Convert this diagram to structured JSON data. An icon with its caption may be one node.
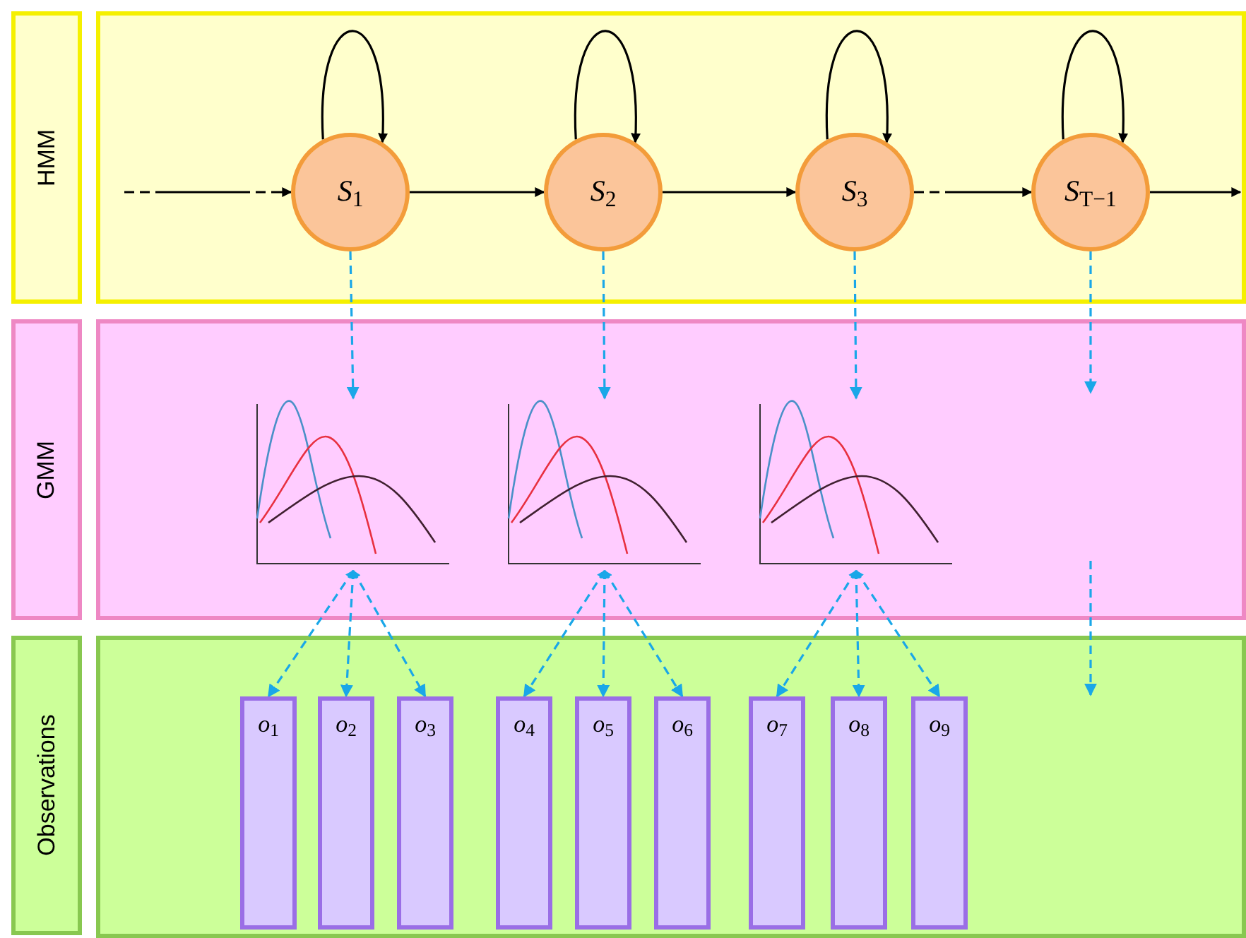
{
  "diagram": {
    "nodes": [
      {
        "text": [
          "HMM"
        ]
      },
      {
        "text": [],
        "shape": "box"
      },
      {
        "text": [
          "*S*$_{1}$"
        ],
        "in": 1
      },
      {
        "text": [
          "*S*$_{2}$"
        ],
        "in": 1
      },
      {
        "text": [
          "*S*$_{3}$"
        ],
        "in": 1
      },
      {
        "text": [
          "*S*$_{T−1}$"
        ],
        "in": 1
      },
      {
        "text": [
          "GMM"
        ]
      },
      {
        "text": [],
        "shape": "box"
      },
      {
        "text": [],
        "shape": "picture",
        "in": 7
      },
      {
        "text": [],
        "shape": "picture",
        "in": 7
      },
      {
        "text": [],
        "shape": "picture",
        "in": 7
      },
      {
        "text": [
          "Observations"
        ]
      },
      {
        "text": [],
        "shape": "box"
      },
      {
        "text": [
          "*o*$_{1}$"
        ],
        "in": 12
      },
      {
        "text": [
          "*o*$_{2}$"
        ],
        "in": 12
      },
      {
        "text": [
          "*o*$_{3}$"
        ],
        "in": 12
      },
      {
        "text": [
          "*o*$_{4}$"
        ],
        "in": 12
      },
      {
        "text": [
          "*o*$_{5}$"
        ],
        "in": 12
      },
      {
        "text": [
          "*o*$_{6}$"
        ],
        "in": 12
      },
      {
        "text": [
          "*o*$_{7}$"
        ],
        "in": 12
      },
      {
        "text": [
          "*o*$_{8}$"
        ],
        "in": 12
      },
      {
        "text": [
          "*o*$_{9}$"
        ],
        "in": 12
      }
    ],
    "edges": [
      {
        "from": null,
        "to": 2,
        "arrow": "to",
        "style": "dashed",
        "color": "#000000"
      },
      {
        "from": 2,
        "to": 2,
        "arrow": "to",
        "color": "#000000"
      },
      {
        "from": 3,
        "to": 3,
        "arrow": "to",
        "color": "#000000"
      },
      {
        "from": 4,
        "to": 4,
        "arrow": "to",
        "color": "#000000"
      },
      {
        "from": 5,
        "to": 5,
        "arrow": "to",
        "color": "#000000"
      },
      {
        "from": 2,
        "to": 3,
        "arrow": "to",
        "color": "#000000"
      },
      {
        "from": 3,
        "to": 4,
        "arrow": "to",
        "color": "#000000"
      },
      {
        "from": 4,
        "to": 5,
        "arrow": "to",
        "style": "dashed",
        "color": "#000000"
      },
      {
        "from": 5,
        "to": null,
        "arrow": "to",
        "color": "#000000"
      },
      {
        "from": 2,
        "to": 8,
        "arrow": "to",
        "style": "dashed"
      },
      {
        "from": 3,
        "to": 9,
        "arrow": "to",
        "style": "dashed"
      },
      {
        "from": 4,
        "to": 10,
        "arrow": "to",
        "style": "dashed"
      },
      {
        "from": 5,
        "to": null,
        "arrow": "to",
        "style": "dashed"
      },
      {
        "from": 8,
        "to": 13,
        "arrow": "both",
        "style": "dashed"
      },
      {
        "from": 8,
        "to": 14,
        "arrow": "both",
        "style": "dashed"
      },
      {
        "from": 8,
        "to": 15,
        "arrow": "both",
        "style": "dashed"
      },
      {
        "from": 9,
        "to": 16,
        "arrow": "both",
        "style": "dashed"
      },
      {
        "from": 9,
        "to": 17,
        "arrow": "both",
        "style": "dashed"
      },
      {
        "from": 9,
        "to": 18,
        "arrow": "both",
        "style": "dashed"
      },
      {
        "from": 10,
        "to": 19,
        "arrow": "both",
        "style": "dashed"
      },
      {
        "from": 10,
        "to": 20,
        "arrow": "both",
        "style": "dashed"
      },
      {
        "from": 10,
        "to": 21,
        "arrow": "both",
        "style": "dashed"
      }
    ]
  }
}
